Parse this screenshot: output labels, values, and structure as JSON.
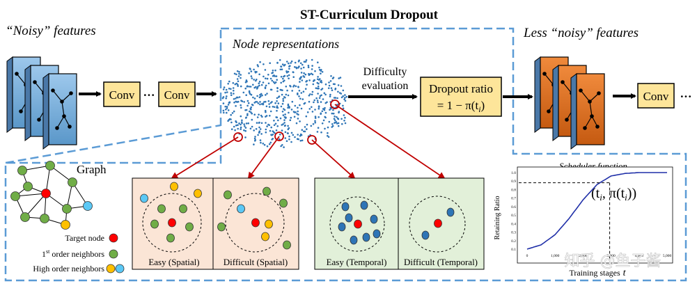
{
  "title": "ST-Curriculum Dropout",
  "labels": {
    "noisy_features": "“Noisy” features",
    "less_noisy_features": "Less “noisy” features",
    "node_representations": "Node representations",
    "difficulty_evaluation_line1": "Difficulty",
    "difficulty_evaluation_line2": "evaluation",
    "dropout_ratio_line1": "Dropout ratio",
    "dropout_ratio_line2": "= 1 − π(t",
    "dropout_ratio_sub": "i",
    "dropout_ratio_close": ")",
    "conv": "Conv",
    "ellipsis": "···",
    "graph": "Graph"
  },
  "legend": {
    "target_node": "Target node",
    "first_order_prefix": "1",
    "first_order_sup": "st",
    "first_order_suffix": " order neighbors",
    "high_order": "High order neighbors"
  },
  "panels": {
    "easy_spatial": "Easy (Spatial)",
    "difficult_spatial": "Difficult (Spatial)",
    "easy_temporal": "Easy (Temporal)",
    "difficult_temporal": "Difficult (Temporal)"
  },
  "scheduler": {
    "title": "Scheduler function",
    "ylabel": "Retaining Ratio",
    "xlabel": "Training stages",
    "xlabel_var": "t",
    "point_label": "(t",
    "point_sub": "i",
    "point_mid": ", π(t",
    "point_sub2": "i",
    "point_end": "))",
    "yticks": [
      "0.1",
      "0.2",
      "0.3",
      "0.4",
      "0.5",
      "0.6",
      "0.7",
      "0.8",
      "0.9",
      "1.0"
    ],
    "xticks": [
      "0",
      "1,000",
      "2,000",
      "3,000",
      "4,000",
      "5,000"
    ]
  },
  "chart_data": {
    "type": "line",
    "title": "Scheduler function",
    "xlabel": "Training stages t",
    "ylabel": "Retaining Ratio",
    "xlim": [
      0,
      5000
    ],
    "ylim": [
      0.1,
      1.0
    ],
    "series": [
      {
        "x": [
          0,
          500,
          1000,
          1500,
          2000,
          2500,
          3000,
          3500,
          4000,
          4500,
          5000
        ],
        "values": [
          0.1,
          0.15,
          0.27,
          0.46,
          0.68,
          0.86,
          0.96,
          0.99,
          1.0,
          1.0,
          1.0
        ]
      }
    ],
    "marked_point": {
      "x": 2950,
      "y": 0.88
    }
  },
  "watermark": "知乎 @鱼子酱",
  "colors": {
    "dashed_border": "#5b9bd5",
    "conv_fill": "#fde59a",
    "spatial_panel": "#fbe5d6",
    "temporal_panel": "#e2f0d9",
    "red_arrow": "#c00000",
    "node_green": "#70ad47",
    "node_red": "#ff0000",
    "node_yellow": "#ffc000",
    "node_blue": "#5b9bd5",
    "curve": "#1f2fa8"
  }
}
